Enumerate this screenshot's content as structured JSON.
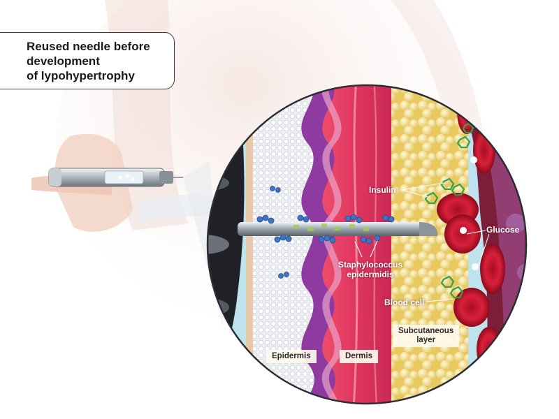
{
  "title": {
    "line1": "Reused needle before",
    "line2": "development",
    "line3": "of lypohypertrophy"
  },
  "labels": {
    "insulin": "Insulin",
    "glucose": "Glucose",
    "staph_line1": "Staphylococcus",
    "staph_line2": "epidermidis",
    "blood_cell": "Blood cell"
  },
  "layers": {
    "epidermis": "Epidermis",
    "dermis": "Dermis",
    "subcutaneous_line1": "Subcutaneous",
    "subcutaneous_line2": "layer"
  },
  "colors": {
    "dermis": "#e0365f",
    "epidermis_purple": "#8e3aa0",
    "fat": "#f3e29a",
    "blood": "#c8102e",
    "bacteria": "#3f74c4",
    "insulin": "#3aa04a"
  }
}
